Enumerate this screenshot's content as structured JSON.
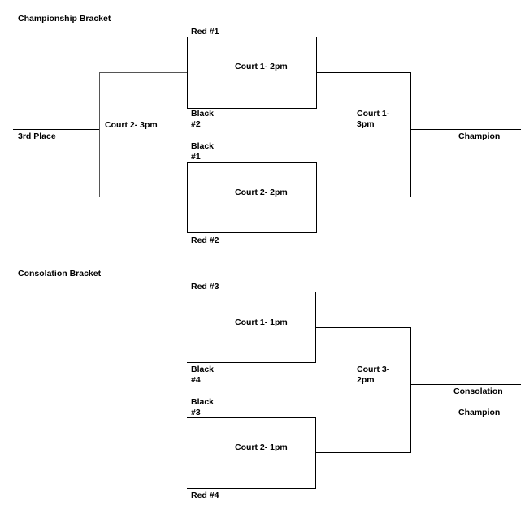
{
  "championship": {
    "title": "Championship Bracket",
    "top_team": "Red #1",
    "top_game": "Court 1- 2pm",
    "black2_line1": "Black",
    "black2_line2": "#2",
    "black1_line1": "Black",
    "black1_line2": "#1",
    "bottom_game": "Court 2- 2pm",
    "bottom_team": "Red #2",
    "third_game": "Court 2- 3pm",
    "third_label": "3rd Place",
    "final_line1": "Court 1-",
    "final_line2": "3pm",
    "champion_label": "Champion"
  },
  "consolation": {
    "title": "Consolation Bracket",
    "top_team": "Red #3",
    "top_game": "Court 1- 1pm",
    "black4_line1": "Black",
    "black4_line2": "#4",
    "black3_line1": "Black",
    "black3_line2": "#3",
    "bottom_game": "Court 2- 1pm",
    "bottom_team": "Red #4",
    "final_line1": "Court 3-",
    "final_line2": "2pm",
    "champion_line1": "Consolation",
    "champion_line2": "Champion"
  }
}
